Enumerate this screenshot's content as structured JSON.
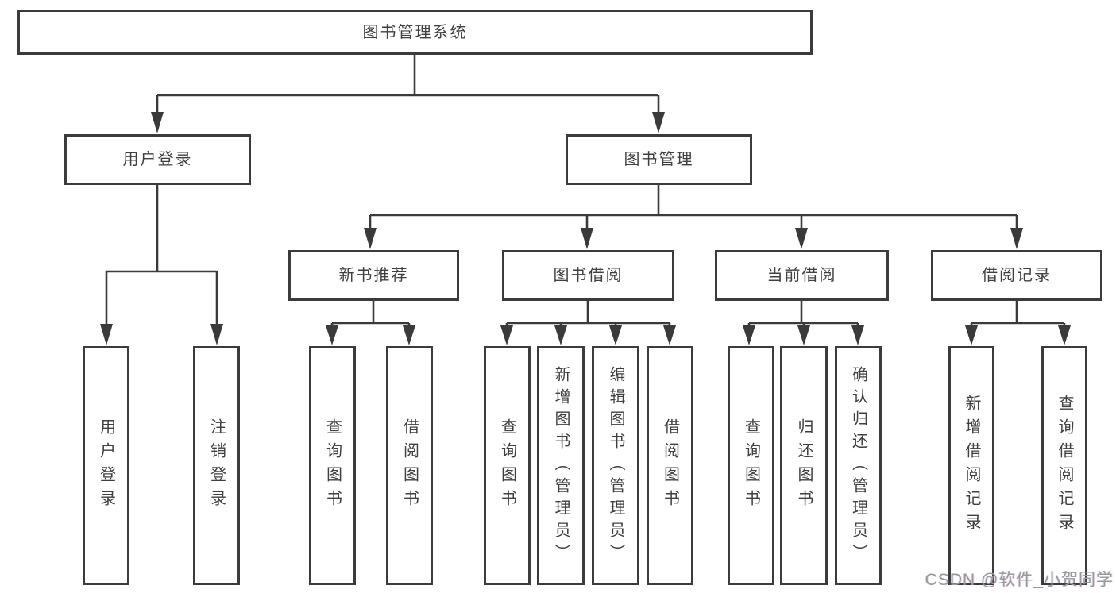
{
  "diagram_type": "hierarchy-tree",
  "colors": {
    "line": "#3a3a3a",
    "box_border": "#3b3b3b",
    "text": "#3f3f3f",
    "background": "#ffffff",
    "watermark": "#97999c"
  },
  "tree": {
    "label": "图书管理系统",
    "children": [
      {
        "label": "用户登录",
        "children": [
          {
            "label": "用户登录"
          },
          {
            "label": "注销登录"
          }
        ]
      },
      {
        "label": "图书管理",
        "children": [
          {
            "label": "新书推荐",
            "children": [
              {
                "label": "查询图书"
              },
              {
                "label": "借阅图书"
              }
            ]
          },
          {
            "label": "图书借阅",
            "children": [
              {
                "label": "查询图书"
              },
              {
                "label": "新增图书（管理员）"
              },
              {
                "label": "编辑图书（管理员）"
              },
              {
                "label": "借阅图书"
              }
            ]
          },
          {
            "label": "当前借阅",
            "children": [
              {
                "label": "查询图书"
              },
              {
                "label": "归还图书"
              },
              {
                "label": "确认归还（管理员）"
              }
            ]
          },
          {
            "label": "借阅记录",
            "children": [
              {
                "label": "新增借阅记录"
              },
              {
                "label": "查询借阅记录"
              }
            ]
          }
        ]
      }
    ]
  },
  "watermark": {
    "text": "CSDN @软件_小贺同学"
  }
}
